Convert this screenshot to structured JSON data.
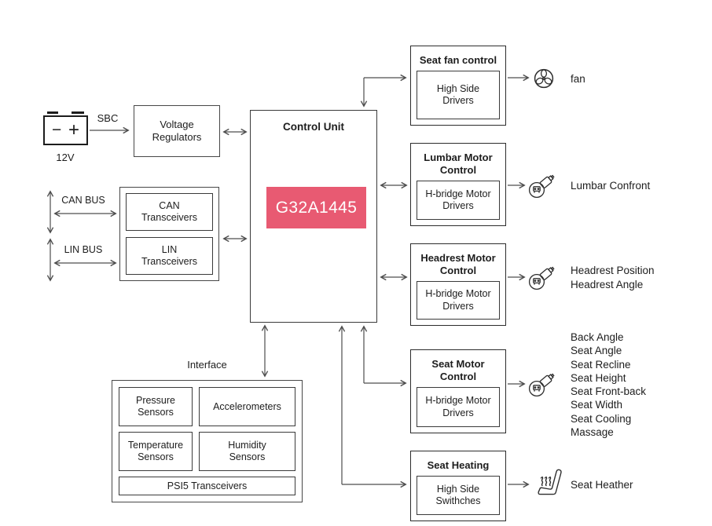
{
  "diagram": {
    "power": {
      "battery_voltage": "12V",
      "battery_minus": "−",
      "battery_plus": "+",
      "sbc": "SBC",
      "voltage_regulators": "Voltage\nRegulators"
    },
    "bus": {
      "can_bus": "CAN BUS",
      "lin_bus": "LIN BUS",
      "can_transceivers": "CAN\nTransceivers",
      "lin_transceivers": "LIN\nTransceivers"
    },
    "control_unit": {
      "title": "Control Unit",
      "chip": "G32A1445",
      "chip_color": "#e85a72",
      "chip_text_color": "#ffffff"
    },
    "interface": {
      "title": "Interface",
      "cells": [
        "Pressure\nSensors",
        "Accelerometers",
        "Temperature\nSensors",
        "Humidity\nSensors"
      ],
      "psi5": "PSI5 Transceivers"
    },
    "modules": {
      "seat_fan": {
        "title": "Seat fan control",
        "driver": "High Side\nDrivers",
        "output": "fan"
      },
      "lumbar": {
        "title": "Lumbar Motor\nControl",
        "driver": "H-bridge Motor\nDrivers",
        "output": "Lumbar Confront"
      },
      "headrest": {
        "title": "Headrest Motor\nControl",
        "driver": "H-bridge Motor\nDrivers",
        "output": "Headrest Position\nHeadrest Angle"
      },
      "seat_motor": {
        "title": "Seat Motor\nControl",
        "driver": "H-bridge Motor\nDrivers",
        "outputs": [
          "Back Angle",
          "Seat Angle",
          "Seat Recline",
          "Seat Height",
          "Seat Front-back",
          "Seat Width",
          "Seat Cooling",
          "Massage"
        ]
      },
      "seat_heating": {
        "title": "Seat Heating",
        "driver": "High Side\nSwithches",
        "output": "Seat Heather"
      }
    },
    "line_color": "#4d4d4d"
  }
}
